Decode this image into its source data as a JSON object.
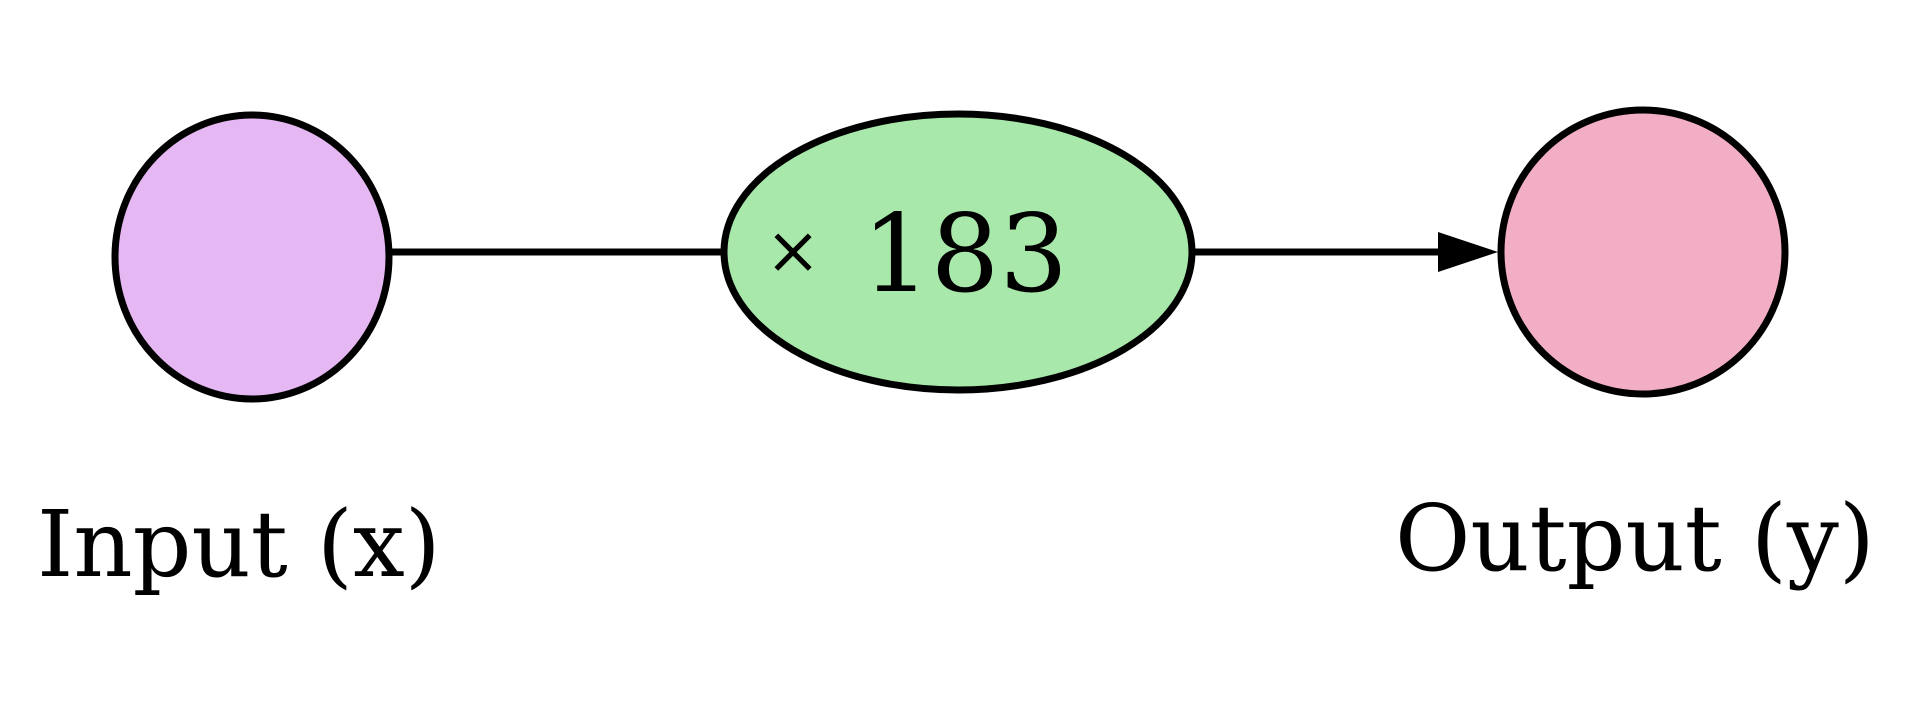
{
  "diagram": {
    "input_label": "Input (x)",
    "output_label": "Output (y)",
    "op_symbol": "×",
    "op_value": "183"
  },
  "colors": {
    "input_fill": "#e6b8f3",
    "operation_fill": "#a8e8aa",
    "output_fill": "#f2aec4",
    "stroke": "#000000"
  }
}
